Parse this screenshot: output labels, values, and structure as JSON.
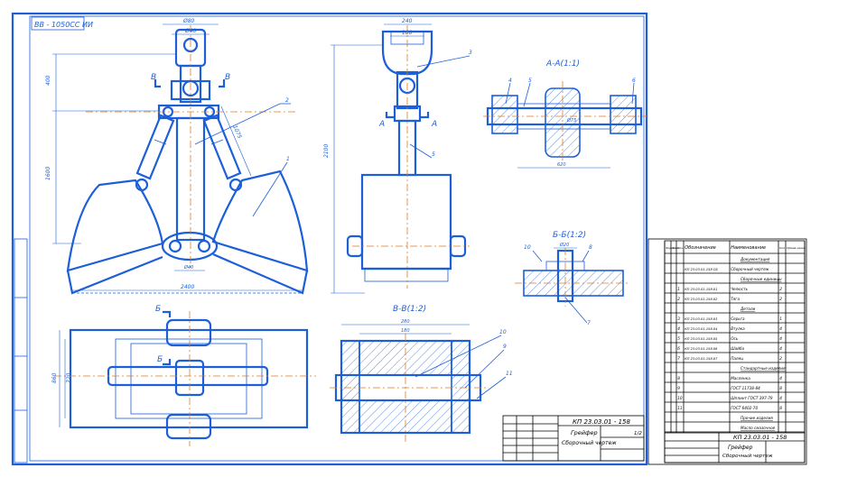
{
  "sheet_stamp": "ВВ - 1050СС ИИ",
  "section_labels": {
    "aa": "А-А(1:1)",
    "bb": "Б-Б(1:2)",
    "vv": "В-В(1:2)"
  },
  "section_marks": {
    "a": "А",
    "b": "Б",
    "v": "В"
  },
  "callouts": [
    "1",
    "2",
    "3",
    "4",
    "5",
    "6",
    "7",
    "8",
    "9",
    "10",
    "11"
  ],
  "dimensions": {
    "top_width": "Ø80",
    "top_inner": "Ø40",
    "height_main": "1600",
    "height_upper": "400",
    "arm_len": "1075",
    "pin": "Ø40",
    "base_width": "2400",
    "side_top": "240",
    "side_inner": "180",
    "side_height": "2100",
    "aa_dim": "Ø75",
    "aa_len": "620",
    "bb_dim": "Ø20",
    "plan_h": "860",
    "plan_inner": "720",
    "vv_top": "280",
    "vv_inner": "180"
  },
  "title_block_main": {
    "code": "КП 23.03.01 - 158",
    "name_line1": "Грейфер",
    "name_line2": "Сборочный чертеж",
    "sheet": "1/2"
  },
  "spec": {
    "headers": [
      "Формат",
      "Зона",
      "Поз.",
      "Обозначение",
      "Наименование",
      "Кол.",
      "Приме-чание"
    ],
    "rows": [
      [
        "",
        "",
        "",
        "",
        "Документация",
        "",
        ""
      ],
      [
        "",
        "",
        "",
        "КП 23.03.01-158 СБ",
        "Сборочный чертеж",
        "",
        ""
      ],
      [
        "",
        "",
        "",
        "",
        "Сборочные единицы",
        "",
        ""
      ],
      [
        "",
        "",
        "1",
        "КП 23.03.01-158.01",
        "Челюсть",
        "2",
        ""
      ],
      [
        "",
        "",
        "2",
        "КП 23.03.01-158.02",
        "Тяга",
        "2",
        ""
      ],
      [
        "",
        "",
        "",
        "",
        "Детали",
        "",
        ""
      ],
      [
        "",
        "",
        "3",
        "КП 23.03.01-158.03",
        "Серьга",
        "1",
        ""
      ],
      [
        "",
        "",
        "4",
        "КП 23.03.01-158.04",
        "Втулка",
        "4",
        ""
      ],
      [
        "",
        "",
        "5",
        "КП 23.03.01-158.05",
        "Ось",
        "4",
        ""
      ],
      [
        "",
        "",
        "6",
        "КП 23.03.01-158.06",
        "Шайба",
        "4",
        ""
      ],
      [
        "",
        "",
        "7",
        "КП 23.03.01-158.07",
        "Палец",
        "2",
        ""
      ],
      [
        "",
        "",
        "",
        "",
        "Стандартные изделия",
        "",
        ""
      ],
      [
        "",
        "",
        "8",
        "",
        "Масленка",
        "4",
        ""
      ],
      [
        "",
        "",
        "9",
        "",
        "ГОСТ 11738-84",
        "8",
        ""
      ],
      [
        "",
        "",
        "10",
        "",
        "Шплинт ГОСТ 397-79",
        "4",
        ""
      ],
      [
        "",
        "",
        "11",
        "",
        "ГОСТ 6402-70",
        "8",
        ""
      ],
      [
        "",
        "",
        "",
        "",
        "Прочие изделия",
        "",
        ""
      ],
      [
        "",
        "",
        "",
        "",
        "Масло смазочное",
        "",
        ""
      ]
    ]
  },
  "title_block_spec": {
    "code": "КП 23.03.01 - 158",
    "name_line1": "Грейфер",
    "name_line2": "Сборочный чертеж"
  }
}
